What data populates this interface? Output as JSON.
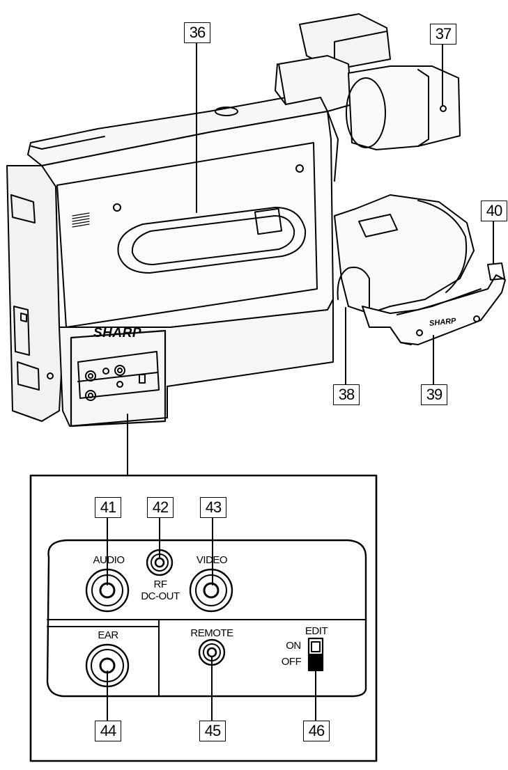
{
  "callouts": {
    "c36": "36",
    "c37": "37",
    "c38": "38",
    "c39": "39",
    "c40": "40",
    "c41": "41",
    "c42": "42",
    "c43": "43",
    "c44": "44",
    "c45": "45",
    "c46": "46"
  },
  "brand": {
    "body": "SHARP",
    "strap": "SHARP"
  },
  "panel_labels": {
    "audio": "AUDIO",
    "rf": "RF",
    "dc_out": "DC-OUT",
    "video": "VIDEO",
    "ear": "EAR",
    "remote": "REMOTE",
    "edit": "EDIT",
    "on": "ON",
    "off": "OFF"
  },
  "icons": {
    "audio_jack": "audio-jack-icon",
    "rf_jack": "rf-dc-out-jack-icon",
    "video_jack": "video-jack-icon",
    "ear_jack": "ear-jack-icon",
    "remote_jack": "remote-jack-icon",
    "edit_switch": "edit-switch-icon"
  }
}
